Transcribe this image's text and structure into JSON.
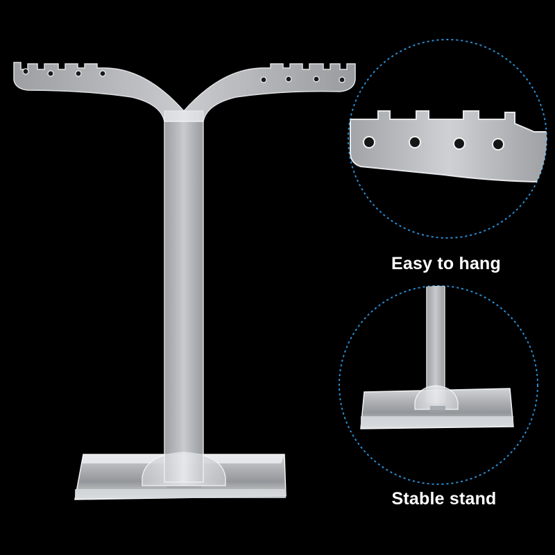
{
  "captions": {
    "top": "Easy to hang",
    "bottom": "Stable stand"
  },
  "colors": {
    "background": "#000000",
    "acrylic_fill": "#d9dce0",
    "acrylic_edge": "#f2f4f6",
    "circle_outline": "#2a8fd6",
    "caption_text": "#ffffff"
  },
  "icons": {
    "main": "t-bar-earring-stand",
    "detail_top": "hanging-holes-closeup",
    "detail_bottom": "base-closeup"
  }
}
